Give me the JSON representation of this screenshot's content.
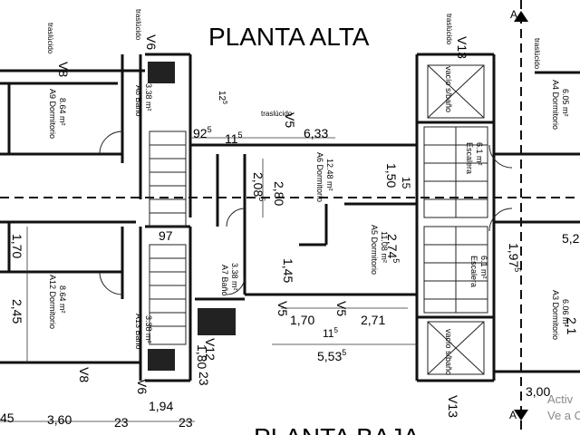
{
  "titles": {
    "top": "PLANTA ALTA",
    "bottom": "PLANTA BAJA"
  },
  "section_marks": {
    "a": "A"
  },
  "rooms": [
    {
      "name": "A9 Dormitorio",
      "area": "8.64 m²"
    },
    {
      "name": "A8 Baño",
      "area": "3.38 m²"
    },
    {
      "name": "A6 Dormitorio",
      "area": "12.48 m²"
    },
    {
      "name": "A5 Dormitorio",
      "area": "11.08 m²"
    },
    {
      "name": "A12 Dormitorio",
      "area": "8.64 m²"
    },
    {
      "name": "A13 Baño",
      "area": "3.38 m²"
    },
    {
      "name": "A7 Baño",
      "area": "3.38 m²"
    },
    {
      "name": "Escalera",
      "area": "6.1 m²"
    },
    {
      "name": "Escalera",
      "area": "6.1 m²"
    },
    {
      "name": "A4 Dormitorio",
      "area": "6.05 m²"
    },
    {
      "name": "A3 Dormitorio",
      "area": "6.06 m²"
    }
  ],
  "vacios": [
    "vacío s/baño",
    "vacío s/baño"
  ],
  "window_labels": {
    "v8": "V8",
    "v6": "V6",
    "v5": "V5",
    "v12": "V12",
    "v13": "V13",
    "traslucido": "traslúcido"
  },
  "dimensions": {
    "d_92": "92",
    "d_92_sup": "5",
    "d_11": "11",
    "d_11_sup": "5",
    "d_633": "6,33",
    "d_12": "12",
    "d_12_sup": "5",
    "d_208": "2,08",
    "d_208_sup": "5",
    "d_280": "2,80",
    "d_150": "1,50",
    "d_97": "97",
    "d_170": "1,70",
    "d_145": "1,45",
    "d_274": "2,74",
    "d_274_sup": "5",
    "d_197": "1,97",
    "d_197_sup": "5",
    "d_521": "5,2",
    "d_245": "2,45",
    "d_271": "2,71",
    "d_553": "5,53",
    "d_553_sup": "5",
    "d_180": "1,80",
    "d_23": "23",
    "d_194": "1,94",
    "d_360": "3,60",
    "d_45": "45",
    "d_300": "3,00",
    "d_15": "15",
    "d_21": "2,1"
  },
  "watermark": {
    "line1": "Activ",
    "line2": "Ve a C"
  }
}
